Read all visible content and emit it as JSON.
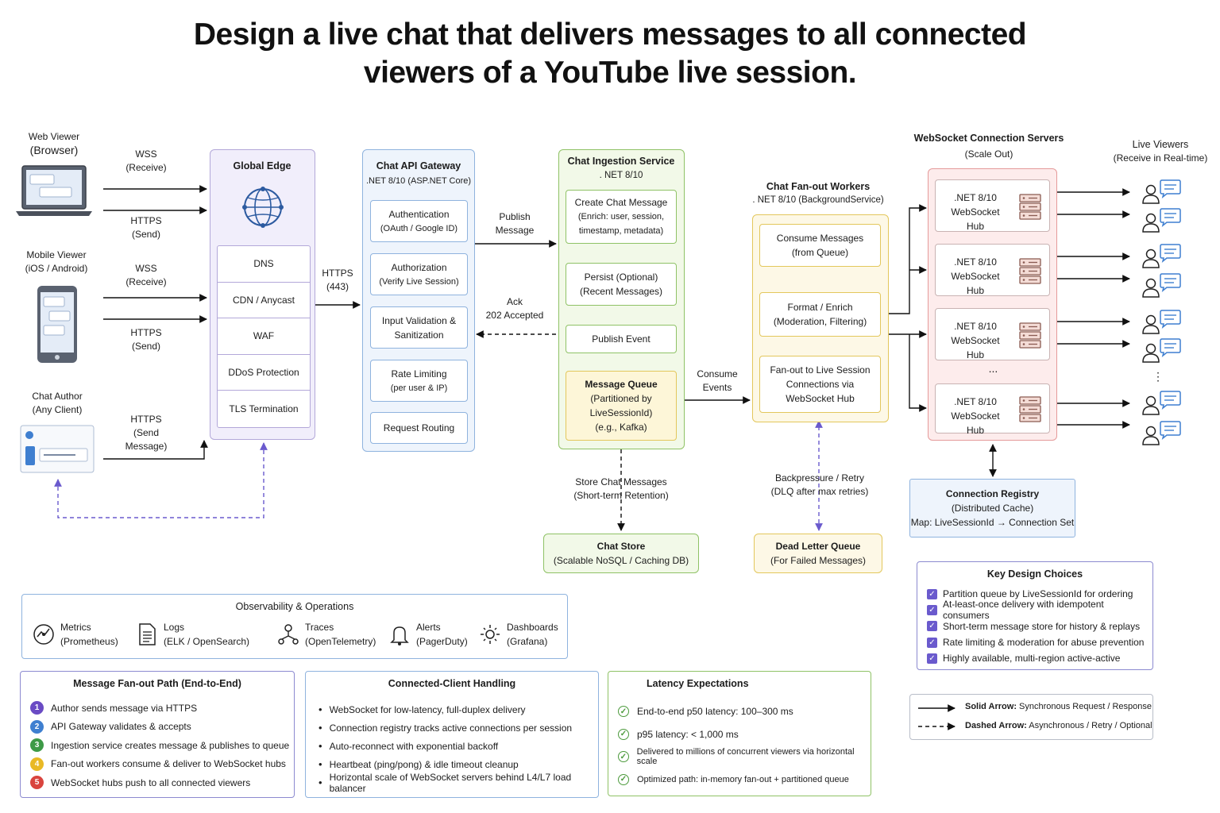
{
  "title": {
    "line1": "Design a live chat that delivers messages to all connected",
    "line2": "viewers of a YouTube live session."
  },
  "clients": {
    "web": {
      "name": "Web Viewer",
      "sub": "(Browser)",
      "wss": "WSS",
      "wss_sub": "(Receive)",
      "https": "HTTPS",
      "https_sub": "(Send)"
    },
    "mobile": {
      "name": "Mobile Viewer",
      "sub": "(iOS / Android)",
      "wss": "WSS",
      "wss_sub": "(Receive)",
      "https": "HTTPS",
      "https_sub": "(Send)"
    },
    "author": {
      "name": "Chat Author",
      "sub": "(Any Client)",
      "https": "HTTPS",
      "https_sub1": "(Send",
      "https_sub2": "Message)"
    }
  },
  "edge": {
    "title": "Global Edge",
    "items": [
      "DNS",
      "CDN / Anycast",
      "WAF",
      "DDoS Protection",
      "TLS Termination"
    ]
  },
  "edge_to_gw": {
    "l1": "HTTPS",
    "l2": "(443)"
  },
  "gateway": {
    "title": "Chat API Gateway",
    "sub": ".NET 8/10 (ASP.NET Core)",
    "items": [
      {
        "l1": "Authentication",
        "l2": "(OAuth / Google ID)"
      },
      {
        "l1": "Authorization",
        "l2": "(Verify Live Session)"
      },
      {
        "l1": "Input Validation &",
        "l2": "Sanitization"
      },
      {
        "l1": "Rate Limiting",
        "l2": "(per user & IP)"
      },
      {
        "l1": "Request Routing",
        "l2": ""
      }
    ]
  },
  "publish": {
    "l1": "Publish",
    "l2": "Message"
  },
  "ack": {
    "l1": "Ack",
    "l2": "202 Accepted"
  },
  "ingestion": {
    "title": "Chat Ingestion Service",
    "sub": ". NET 8/10",
    "items": [
      {
        "l1": "Create Chat Message",
        "l2": "(Enrich: user, session,",
        "l3": "timestamp, metadata)"
      },
      {
        "l1": "Persist (Optional)",
        "l2": "(Recent Messages)"
      },
      {
        "l1": "Publish Event"
      }
    ],
    "queue": {
      "l1": "Message Queue",
      "l2": "(Partitioned by",
      "l3": "LiveSessionId)",
      "l4": "(e.g., Kafka)"
    }
  },
  "consume": {
    "l1": "Consume",
    "l2": "Events"
  },
  "store_label": {
    "l1": "Store Chat Messages",
    "l2": "(Short-term Retention)"
  },
  "chat_store": {
    "l1": "Chat Store",
    "l2": "(Scalable NoSQL / Caching DB)"
  },
  "fanout": {
    "title": "Chat Fan-out Workers",
    "sub": ". NET 8/10 (BackgroundService)",
    "items": [
      {
        "l1": "Consume Messages",
        "l2": "(from Queue)"
      },
      {
        "l1": "Format / Enrich",
        "l2": "(Moderation, Filtering)"
      },
      {
        "l1": "Fan-out to Live Session",
        "l2": "Connections via",
        "l3": "WebSocket Hub"
      }
    ]
  },
  "backpressure": {
    "l1": "Backpressure / Retry",
    "l2": "(DLQ after max retries)"
  },
  "dlq": {
    "l1": "Dead Letter Queue",
    "l2": "(For Failed Messages)"
  },
  "ws_servers": {
    "title": "WebSocket Connection Servers",
    "sub": "(Scale Out)",
    "hub_l1": ".NET 8/10",
    "hub_l2": "WebSocket Hub",
    "ellipsis": "..."
  },
  "viewers": {
    "title": "Live Viewers",
    "sub": "(Receive in Real-time)",
    "ellipsis": "⋮"
  },
  "registry": {
    "title": "Connection Registry",
    "sub": "(Distributed Cache)",
    "map": "Map: LiveSessionId → Connection Set"
  },
  "observability": {
    "title": "Observability & Operations",
    "items": [
      {
        "icon": "metrics-icon",
        "l1": "Metrics",
        "l2": "(Prometheus)"
      },
      {
        "icon": "logs-icon",
        "l1": "Logs",
        "l2": "(ELK / OpenSearch)"
      },
      {
        "icon": "traces-icon",
        "l1": "Traces",
        "l2": "(OpenTelemetry)"
      },
      {
        "icon": "alerts-icon",
        "l1": "Alerts",
        "l2": "(PagerDuty)"
      },
      {
        "icon": "dashboards-icon",
        "l1": "Dashboards",
        "l2": "(Grafana)"
      }
    ]
  },
  "fanout_path": {
    "title": "Message Fan-out Path (End-to-End)",
    "steps": [
      {
        "n": "1",
        "color": "#6a4bc4",
        "text": "Author sends message via HTTPS"
      },
      {
        "n": "2",
        "color": "#3f7fd0",
        "text": "API Gateway validates & accepts"
      },
      {
        "n": "3",
        "color": "#3e9a47",
        "text": "Ingestion service creates message & publishes to queue"
      },
      {
        "n": "4",
        "color": "#e9b925",
        "text": "Fan-out workers consume & deliver to WebSocket hubs"
      },
      {
        "n": "5",
        "color": "#d9443e",
        "text": "WebSocket hubs push to all connected viewers"
      }
    ]
  },
  "client_handling": {
    "title": "Connected-Client Handling",
    "items": [
      "WebSocket for low-latency, full-duplex delivery",
      "Connection registry tracks active connections per session",
      "Auto-reconnect with exponential backoff",
      "Heartbeat (ping/pong) & idle timeout cleanup",
      "Horizontal scale of WebSocket servers behind L4/L7 load balancer"
    ]
  },
  "latency": {
    "title": "Latency Expectations",
    "items": [
      "End-to-end p50 latency: 100–300 ms",
      "p95 latency: < 1,000 ms",
      "Delivered to millions of concurrent viewers via horizontal scale",
      "Optimized path: in-memory fan-out + partitioned queue"
    ]
  },
  "key_design": {
    "title": "Key Design Choices",
    "items": [
      "Partition queue by LiveSessionId for ordering",
      "At-least-once delivery with idempotent consumers",
      "Short-term message store for history & replays",
      "Rate limiting & moderation for abuse prevention",
      "Highly available, multi-region active-active"
    ]
  },
  "legend": {
    "solid_b": "Solid Arrow:",
    "solid": " Synchronous Request / Response",
    "dashed_b": "Dashed Arrow:",
    "dashed": " Asynchronous / Retry / Optional"
  },
  "colors": {
    "edge": "#b3a8d9",
    "gateway": "#8fb3de",
    "ingestion": "#8fc266",
    "fanout": "#e3c75c",
    "ws": "#e59a9a",
    "async": "#6a5acd"
  }
}
